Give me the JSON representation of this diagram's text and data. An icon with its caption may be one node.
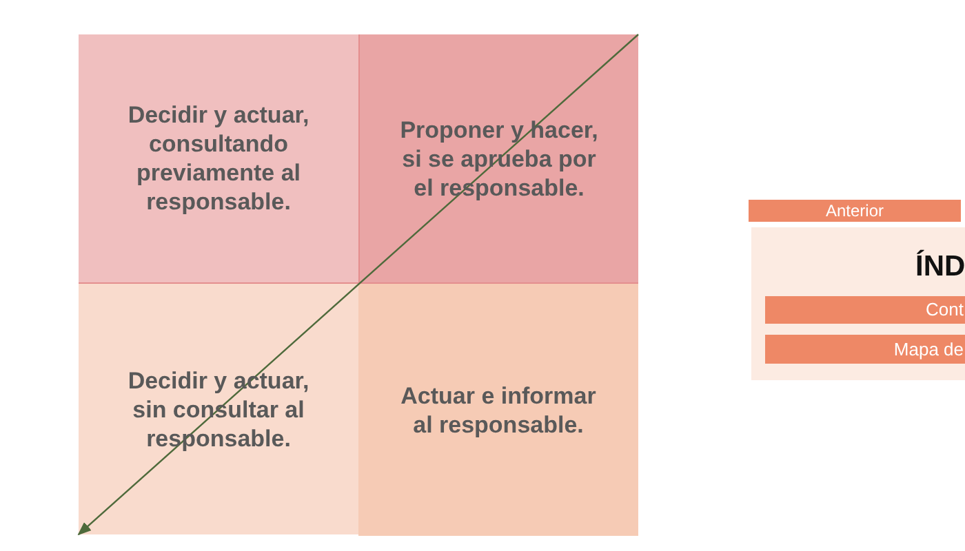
{
  "diagram": {
    "nodes": [
      {
        "text": [
          "Decidir y actuar, consultando previamente al responsable."
        ]
      },
      {
        "text": [
          "Proponer y hacer, si se aprueba por el responsable."
        ]
      },
      {
        "text": [
          "Decidir y actuar, sin consultar al responsable."
        ]
      },
      {
        "text": [
          "Actuar e informar al responsable."
        ]
      },
      {
        "text": [
          "Anterior"
        ]
      },
      {
        "text": [
          "ÍND"
        ]
      },
      {
        "text": [
          "Cont"
        ],
        "in": 5
      },
      {
        "text": [
          "Mapa de"
        ],
        "in": 5
      }
    ],
    "edges": [
      {
        "from": 1,
        "to": 2,
        "arrow": "to"
      }
    ]
  }
}
